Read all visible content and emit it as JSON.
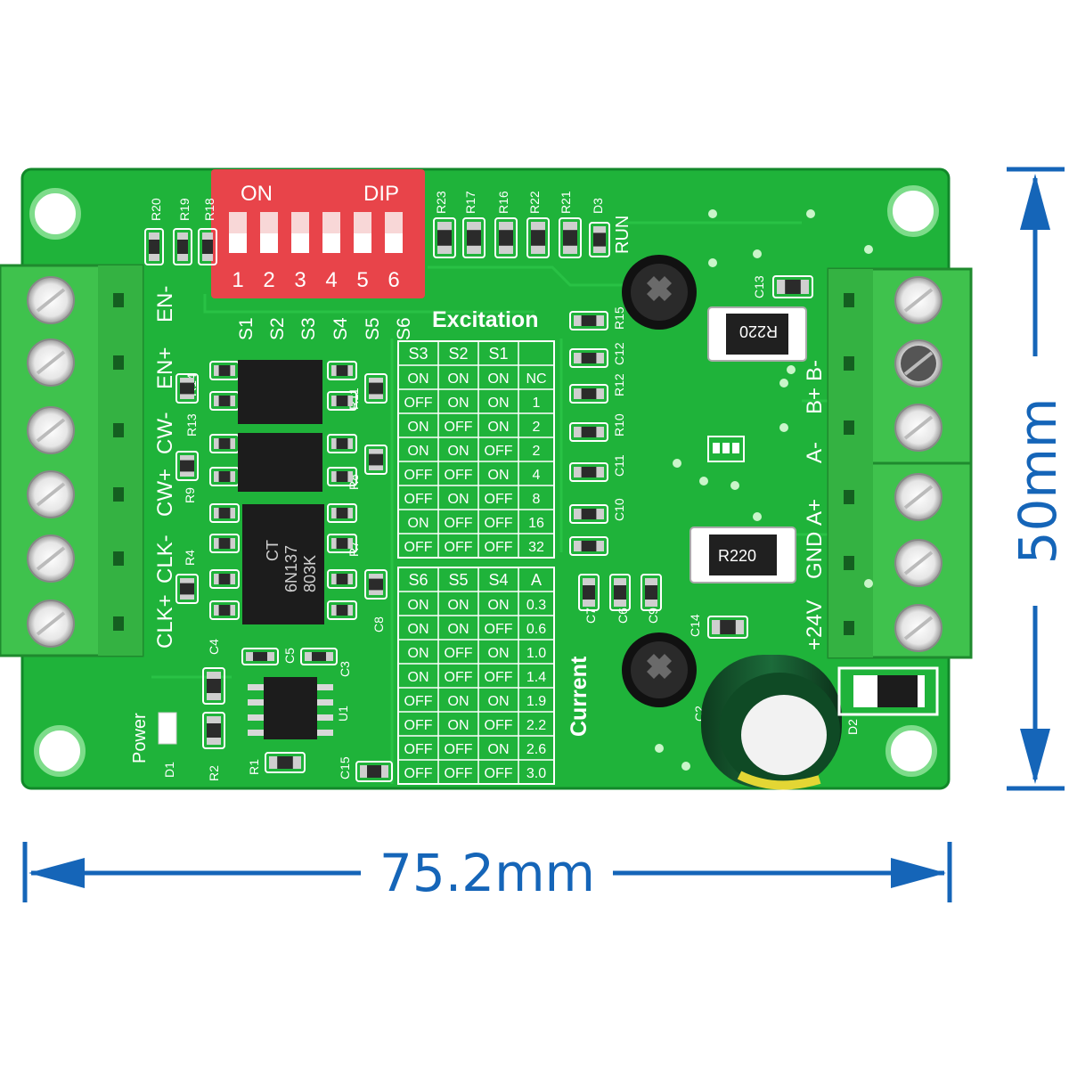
{
  "colors": {
    "pcb": "#1fb33a",
    "pcb_dark": "#12882a",
    "silk": "#ffffff",
    "terminal": "#3fc24d",
    "terminal_dark": "#1f8a2e",
    "dip": "#e8444a",
    "dimension": "#1565b8",
    "chip": "#1c1c1c"
  },
  "dimensions": {
    "width_label": "75.2mm",
    "height_label": "50mm"
  },
  "dip_switch": {
    "on_label": "ON",
    "dip_label": "DIP",
    "numbers": [
      "1",
      "2",
      "3",
      "4",
      "5",
      "6"
    ]
  },
  "silk": {
    "switch_labels": [
      "S1",
      "S2",
      "S3",
      "S4",
      "S5",
      "S6"
    ],
    "excitation_title": "Excitation",
    "current_title": "Current",
    "power_label": "Power",
    "run_label": "RUN",
    "left_terminal_labels": [
      "CLK+",
      "CLK-",
      "CW+",
      "CW-",
      "EN+",
      "EN-"
    ],
    "right_terminal_labels": [
      "+24V",
      "GND",
      "A+",
      "A-",
      "B+",
      "B-"
    ],
    "optocoupler_marking": [
      "CT",
      "6N137",
      "803K"
    ],
    "resistor_marking": "R220",
    "components": [
      "R20",
      "R19",
      "R18",
      "R23",
      "R17",
      "R16",
      "R22",
      "R21",
      "D3",
      "R15",
      "C12",
      "R12",
      "R10",
      "C11",
      "C10",
      "C9",
      "C7",
      "C6",
      "C13",
      "C14",
      "C2",
      "D2",
      "R14",
      "R13",
      "R9",
      "R4",
      "R11",
      "R8",
      "R7",
      "C8",
      "C4",
      "C5",
      "C3",
      "U1",
      "R2",
      "R1",
      "D1",
      "C15"
    ]
  },
  "excitation_table": {
    "headers": [
      "S3",
      "S2",
      "S1",
      ""
    ],
    "rows": [
      [
        "ON",
        "ON",
        "ON",
        "NC"
      ],
      [
        "OFF",
        "ON",
        "ON",
        "1"
      ],
      [
        "ON",
        "OFF",
        "ON",
        "2"
      ],
      [
        "ON",
        "ON",
        "OFF",
        "2"
      ],
      [
        "OFF",
        "OFF",
        "ON",
        "4"
      ],
      [
        "OFF",
        "ON",
        "OFF",
        "8"
      ],
      [
        "ON",
        "OFF",
        "OFF",
        "16"
      ],
      [
        "OFF",
        "OFF",
        "OFF",
        "32"
      ]
    ]
  },
  "current_table": {
    "headers": [
      "S6",
      "S5",
      "S4",
      "A"
    ],
    "rows": [
      [
        "ON",
        "ON",
        "ON",
        "0.3"
      ],
      [
        "ON",
        "ON",
        "OFF",
        "0.6"
      ],
      [
        "ON",
        "OFF",
        "ON",
        "1.0"
      ],
      [
        "ON",
        "OFF",
        "OFF",
        "1.4"
      ],
      [
        "OFF",
        "ON",
        "ON",
        "1.9"
      ],
      [
        "OFF",
        "ON",
        "OFF",
        "2.2"
      ],
      [
        "OFF",
        "OFF",
        "ON",
        "2.6"
      ],
      [
        "OFF",
        "OFF",
        "OFF",
        "3.0"
      ]
    ]
  }
}
